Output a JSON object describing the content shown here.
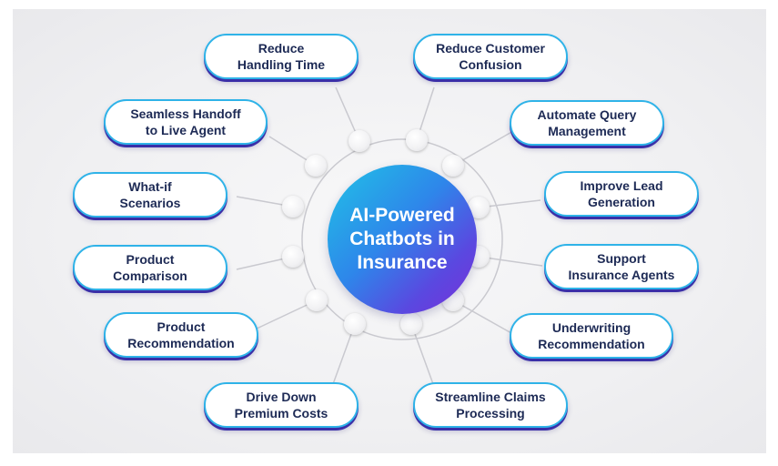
{
  "hub": {
    "label": "AI-Powered Chatbots in Insurance"
  },
  "benefits": {
    "reduce_handling_time": "Reduce\nHandling Time",
    "reduce_customer_confusion": "Reduce Customer\nConfusion",
    "seamless_handoff": "Seamless Handoff\nto Live Agent",
    "automate_query": "Automate Query\nManagement",
    "what_if": "What-if\nScenarios",
    "improve_lead": "Improve Lead\nGeneration",
    "product_comparison": "Product\nComparison",
    "support_agents": "Support\nInsurance Agents",
    "product_recommendation": "Product\nRecommendation",
    "underwriting": "Underwriting\nRecommendation",
    "drive_down_costs": "Drive Down\nPremium Costs",
    "streamline_claims": "Streamline Claims\nProcessing"
  },
  "colors": {
    "pill_border": "#2fb3e8",
    "pill_shadow": "#3a2fa8",
    "hub_gradient_start": "#20c3e6",
    "hub_gradient_end": "#7a2fd8",
    "text": "#1d2a55"
  }
}
